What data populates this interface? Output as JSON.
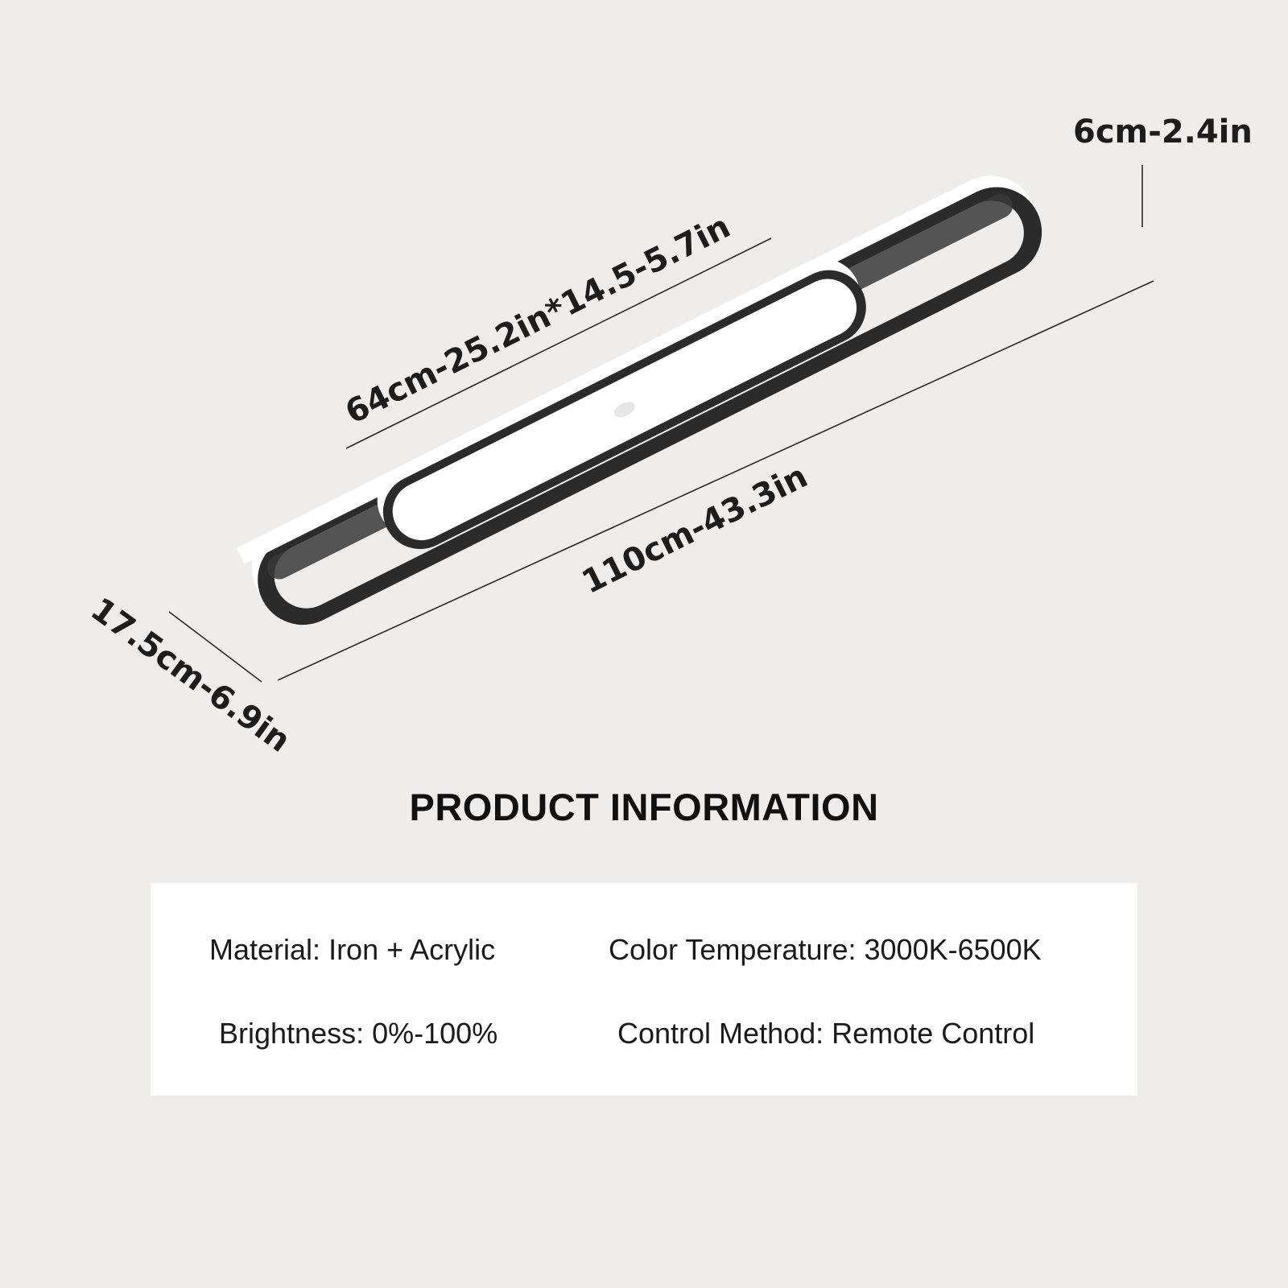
{
  "dimensions": {
    "height": "6cm-2.4in",
    "inner_size": "64cm-25.2in*14.5-5.7in",
    "length": "110cm-43.3in",
    "width": "17.5cm-6.9in"
  },
  "product_info": {
    "title": "PRODUCT INFORMATION",
    "specs": [
      {
        "label": "Material:",
        "value": "Iron + Acrylic"
      },
      {
        "label": "Color Temperature:",
        "value": "3000K-6500K"
      },
      {
        "label": "Brightness:",
        "value": "0%-100%"
      },
      {
        "label": "Control Method:",
        "value": "Remote Control"
      }
    ]
  },
  "colors": {
    "background": "#efecec",
    "frame": "#2b2b2b",
    "diffuser": "#ffffff",
    "card": "#ffffff"
  }
}
